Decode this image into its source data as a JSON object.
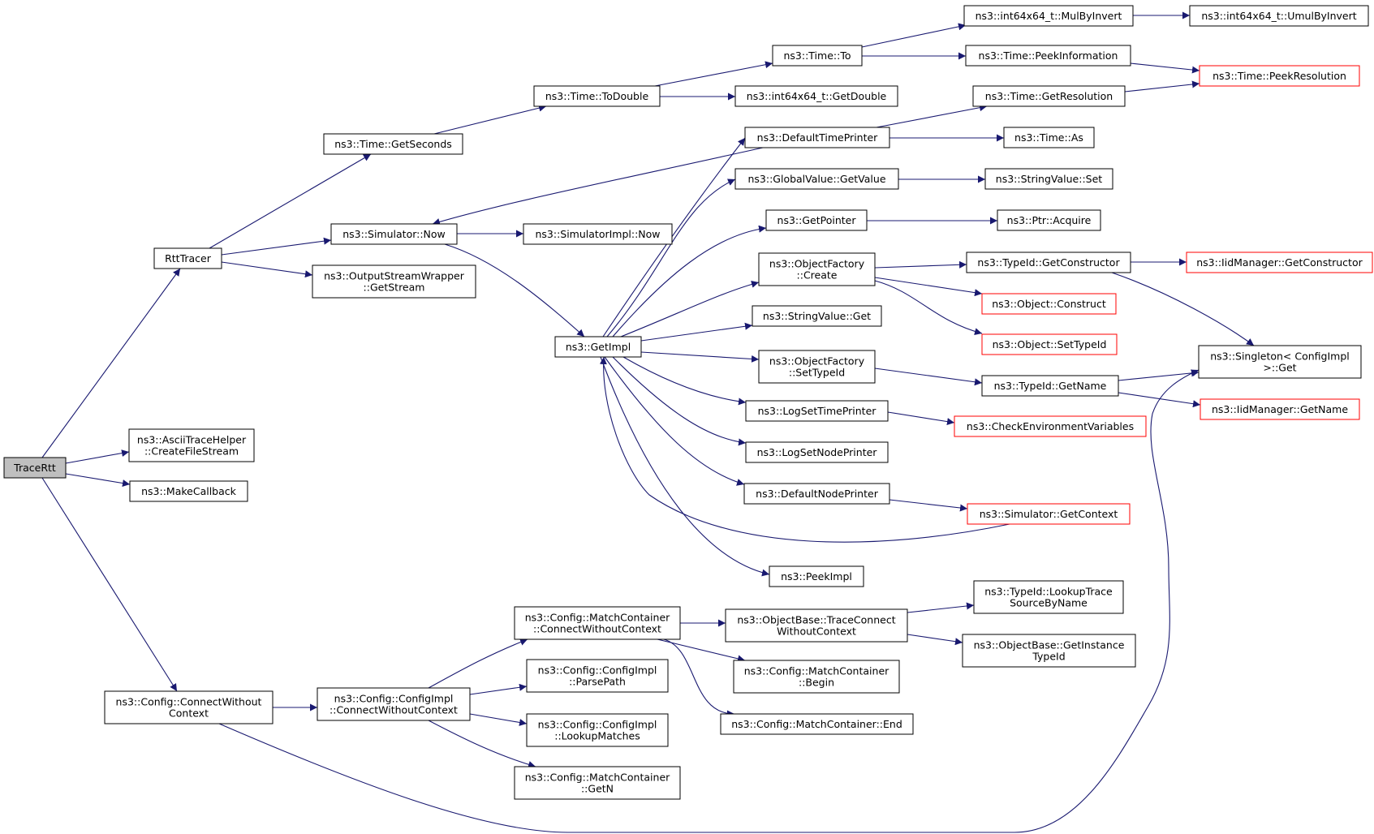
{
  "colors": {
    "edge": "#191970",
    "truncated_border": "#ff0000",
    "root_fill": "#bfbfbf",
    "node_border": "#000000"
  },
  "nodes": {
    "tracertt": {
      "lines": [
        "TraceRtt"
      ],
      "root": true
    },
    "rtttracer": {
      "lines": [
        "RttTracer"
      ]
    },
    "ascii": {
      "lines": [
        "ns3::AsciiTraceHelper",
        "::CreateFileStream"
      ]
    },
    "makecb": {
      "lines": [
        "ns3::MakeCallback"
      ]
    },
    "cfgconnect": {
      "lines": [
        "ns3::Config::ConnectWithout",
        "Context"
      ]
    },
    "getseconds": {
      "lines": [
        "ns3::Time::GetSeconds"
      ]
    },
    "simnow": {
      "lines": [
        "ns3::Simulator::Now"
      ]
    },
    "getstream": {
      "lines": [
        "ns3::OutputStreamWrapper",
        "::GetStream"
      ]
    },
    "todouble": {
      "lines": [
        "ns3::Time::ToDouble"
      ]
    },
    "timeto": {
      "lines": [
        "ns3::Time::To"
      ]
    },
    "getdouble": {
      "lines": [
        "ns3::int64x64_t::GetDouble"
      ]
    },
    "mulbyinvert": {
      "lines": [
        "ns3::int64x64_t::MulByInvert"
      ]
    },
    "umulbyinvert": {
      "lines": [
        "ns3::int64x64_t::UmulByInvert"
      ]
    },
    "peekinfo": {
      "lines": [
        "ns3::Time::PeekInformation"
      ]
    },
    "peekres": {
      "lines": [
        "ns3::Time::PeekResolution"
      ],
      "truncated": true
    },
    "getres": {
      "lines": [
        "ns3::Time::GetResolution"
      ]
    },
    "deftimeprinter": {
      "lines": [
        "ns3::DefaultTimePrinter"
      ]
    },
    "timeas": {
      "lines": [
        "ns3::Time::As"
      ]
    },
    "gvgetvalue": {
      "lines": [
        "ns3::GlobalValue::GetValue"
      ]
    },
    "svset": {
      "lines": [
        "ns3::StringValue::Set"
      ]
    },
    "getpointer": {
      "lines": [
        "ns3::GetPointer"
      ]
    },
    "ptracquire": {
      "lines": [
        "ns3::Ptr::Acquire"
      ]
    },
    "ofcreate": {
      "lines": [
        "ns3::ObjectFactory",
        "::Create"
      ]
    },
    "getconstructor": {
      "lines": [
        "ns3::TypeId::GetConstructor"
      ]
    },
    "iidgetconstructor": {
      "lines": [
        "ns3::IidManager::GetConstructor"
      ],
      "truncated": true
    },
    "objconstruct": {
      "lines": [
        "ns3::Object::Construct"
      ],
      "truncated": true
    },
    "objsettypeid": {
      "lines": [
        "ns3::Object::SetTypeId"
      ],
      "truncated": true
    },
    "simimplnow": {
      "lines": [
        "ns3::SimulatorImpl::Now"
      ]
    },
    "getimpl": {
      "lines": [
        "ns3::GetImpl"
      ]
    },
    "svget": {
      "lines": [
        "ns3::StringValue::Get"
      ]
    },
    "ofsettypeid": {
      "lines": [
        "ns3::ObjectFactory",
        "::SetTypeId"
      ]
    },
    "tidgetname": {
      "lines": [
        "ns3::TypeId::GetName"
      ]
    },
    "singleton": {
      "lines": [
        "ns3::Singleton< ConfigImpl",
        " >::Get"
      ]
    },
    "iidgetname": {
      "lines": [
        "ns3::IidManager::GetName"
      ],
      "truncated": true
    },
    "logsettime": {
      "lines": [
        "ns3::LogSetTimePrinter"
      ]
    },
    "checkenv": {
      "lines": [
        "ns3::CheckEnvironmentVariables"
      ],
      "truncated": true
    },
    "logsetnode": {
      "lines": [
        "ns3::LogSetNodePrinter"
      ]
    },
    "defnodeprinter": {
      "lines": [
        "ns3::DefaultNodePrinter"
      ]
    },
    "simgetcontext": {
      "lines": [
        "ns3::Simulator::GetContext"
      ],
      "truncated": true
    },
    "peekimpl": {
      "lines": [
        "ns3::PeekImpl"
      ]
    },
    "mcconnect": {
      "lines": [
        "ns3::Config::MatchContainer",
        "::ConnectWithoutContext"
      ]
    },
    "obtraceconnect": {
      "lines": [
        "ns3::ObjectBase::TraceConnect",
        "WithoutContext"
      ]
    },
    "lookuptrace": {
      "lines": [
        "ns3::TypeId::LookupTrace",
        "SourceByName"
      ]
    },
    "getinstance": {
      "lines": [
        "ns3::ObjectBase::GetInstance",
        "TypeId"
      ]
    },
    "parsepath": {
      "lines": [
        "ns3::Config::ConfigImpl",
        "::ParsePath"
      ]
    },
    "mcbegin": {
      "lines": [
        "ns3::Config::MatchContainer",
        "::Begin"
      ]
    },
    "mcend": {
      "lines": [
        "ns3::Config::MatchContainer::End"
      ]
    },
    "ciconnect": {
      "lines": [
        "ns3::Config::ConfigImpl",
        "::ConnectWithoutContext"
      ]
    },
    "lookupmatches": {
      "lines": [
        "ns3::Config::ConfigImpl",
        "::LookupMatches"
      ]
    },
    "mcgetn": {
      "lines": [
        "ns3::Config::MatchContainer",
        "::GetN"
      ]
    }
  }
}
